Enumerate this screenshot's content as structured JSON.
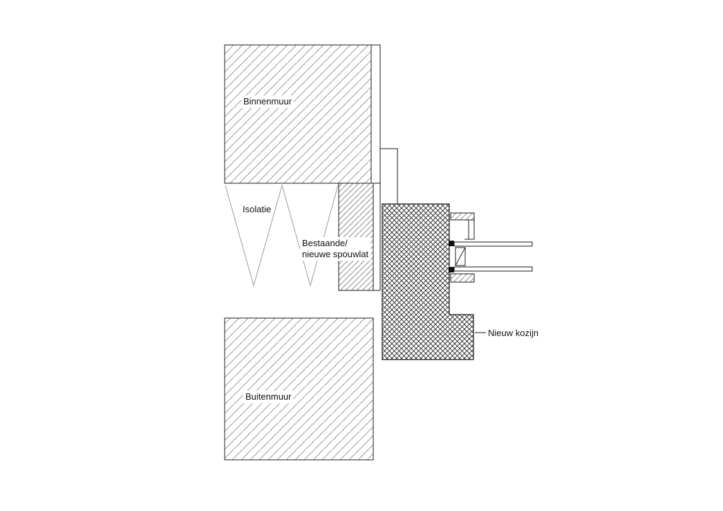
{
  "drawing": {
    "type": "construction-detail-section",
    "labels": {
      "binnenmuur": "Binnenmuur",
      "isolatie": "Isolatie",
      "spouwlat": {
        "line1": "Bestaande/",
        "line2": "nieuwe spouwlat"
      },
      "nieuw_kozijn": "Nieuw kozijn",
      "buitenmuur": "Buitenmuur"
    },
    "colors": {
      "background": "#ffffff",
      "outline": "#1a1a1a",
      "wall_hatch": "#9a9a9a",
      "batten_hatch": "#8a8a8a",
      "crosshatch": "#222222",
      "text": "#111111"
    }
  }
}
